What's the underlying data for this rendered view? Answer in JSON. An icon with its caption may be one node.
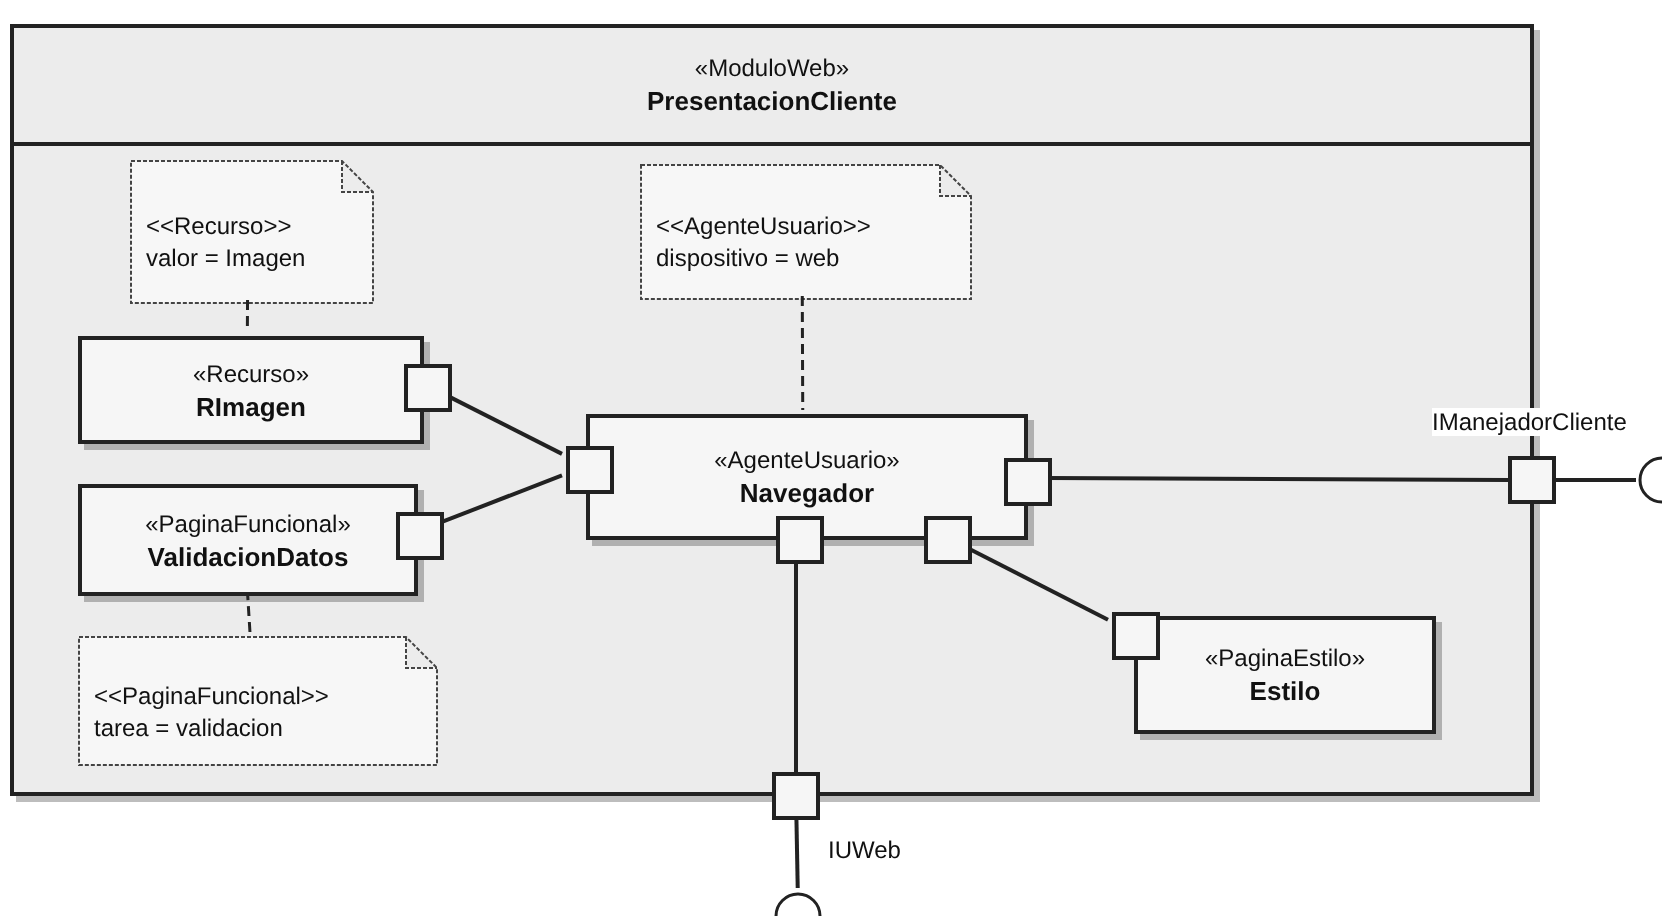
{
  "diagram": {
    "nodes": [
      {
        "text": [
          "«ModuloWeb»",
          "PresentacionCliente"
        ]
      },
      {
        "text": [
          "<<Recurso>>",
          "valor = Imagen"
        ],
        "in": 0
      },
      {
        "text": [
          "«Recurso»",
          "RImagen"
        ],
        "in": 0
      },
      {
        "text": [
          "«PaginaFuncional»",
          "ValidacionDatos"
        ],
        "in": 0
      },
      {
        "text": [
          "<<PaginaFuncional>>",
          "tarea = validacion"
        ],
        "in": 0
      },
      {
        "text": [
          "<<AgenteUsuario>>",
          "dispositivo = web"
        ],
        "in": 0
      },
      {
        "text": [
          "«AgenteUsuario»",
          "Navegador"
        ],
        "in": 0
      },
      {
        "text": [
          "«PaginaEstilo»",
          "Estilo"
        ],
        "in": 0
      },
      {
        "text": [],
        "shape": "box",
        "in": 0
      },
      {
        "text": [],
        "shape": "box",
        "in": 0
      },
      {
        "text": [],
        "shape": "box",
        "in": 0
      },
      {
        "text": [],
        "shape": "box",
        "in": 0
      },
      {
        "text": [],
        "shape": "box",
        "in": 0
      },
      {
        "text": [],
        "shape": "box",
        "in": 0
      },
      {
        "text": [],
        "shape": "box",
        "in": 0
      },
      {
        "text": [],
        "shape": "box",
        "beside": [
          "IManejadorCliente"
        ]
      },
      {
        "text": [],
        "shape": "arc"
      },
      {
        "text": [],
        "shape": "box",
        "beside": [
          "IUWeb"
        ]
      },
      {
        "text": [],
        "shape": "arc"
      }
    ],
    "edges": [
      {
        "from": 1,
        "to": 2,
        "arrow": "none",
        "style": "dashed"
      },
      {
        "from": 5,
        "to": 6,
        "arrow": "none",
        "style": "dashed"
      },
      {
        "from": 4,
        "to": 3,
        "arrow": "none",
        "style": "dashed"
      },
      {
        "from": 8,
        "to": 10,
        "arrow": "none"
      },
      {
        "from": 9,
        "to": 10,
        "arrow": "none"
      },
      {
        "from": 11,
        "to": 15,
        "arrow": "none"
      },
      {
        "from": 15,
        "to": 16,
        "arrow": "none"
      },
      {
        "from": 13,
        "to": 14,
        "arrow": "none"
      },
      {
        "from": 12,
        "to": 17,
        "arrow": "none"
      },
      {
        "from": 17,
        "to": 18,
        "arrow": "none"
      }
    ]
  }
}
